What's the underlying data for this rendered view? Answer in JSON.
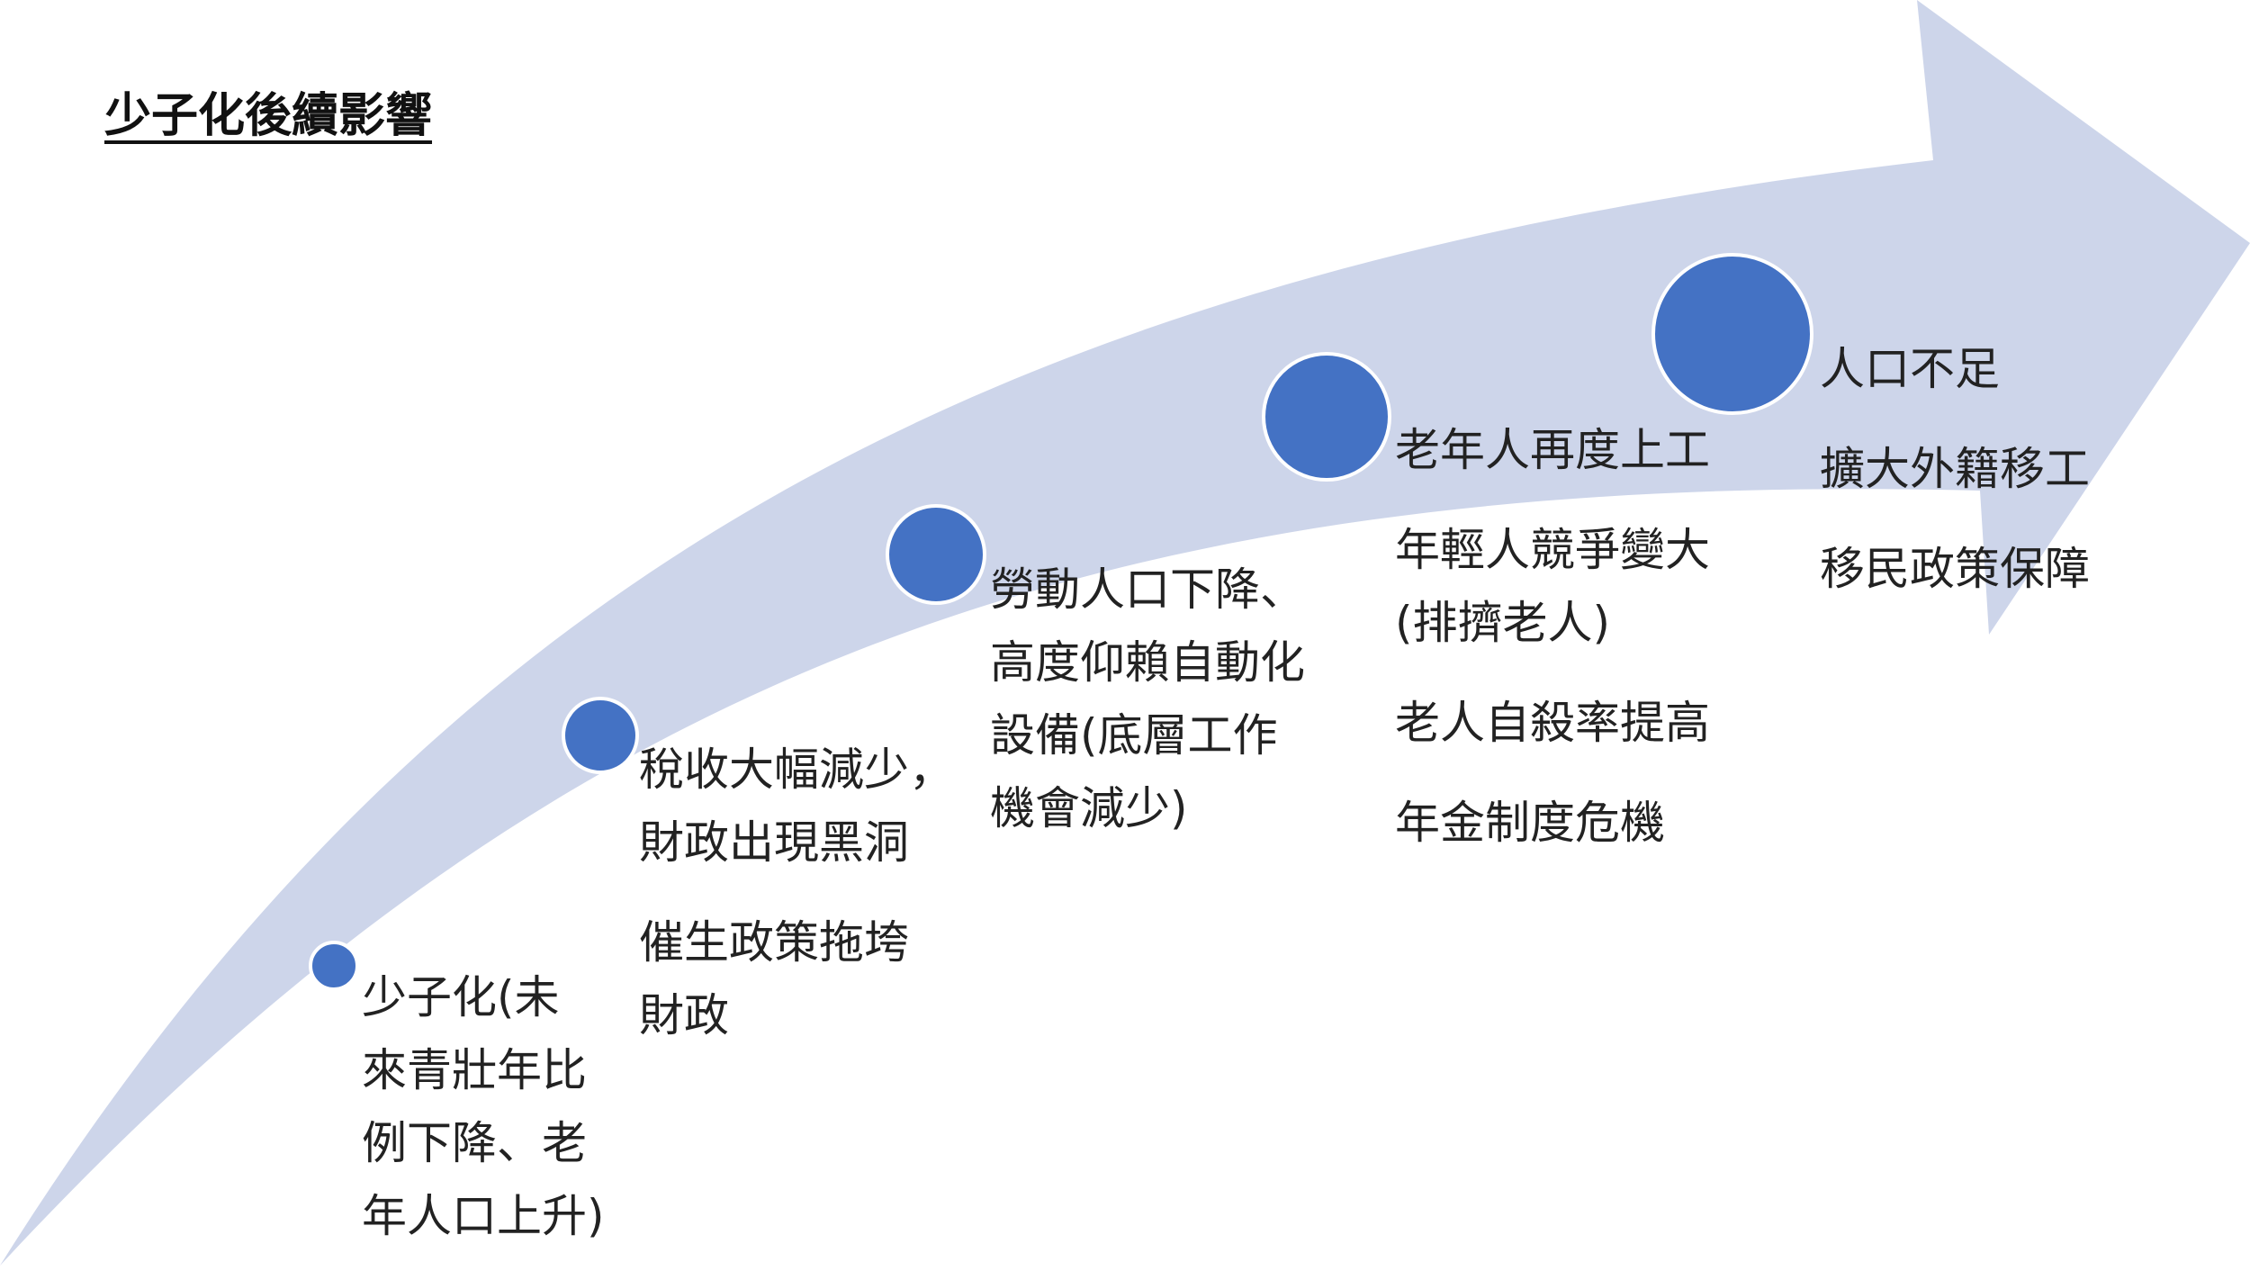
{
  "title": "少子化後續影響",
  "colors": {
    "arrow_fill": "#cdd5ea",
    "node_fill": "#4472c4",
    "node_stroke": "#ffffff",
    "text": "#222222"
  },
  "stages": [
    {
      "blocks": [
        {
          "lines": [
            "少子化(未",
            "來青壯年比",
            "例下降、老",
            "年人口上升)"
          ]
        }
      ]
    },
    {
      "blocks": [
        {
          "lines": [
            "稅收大幅減少，",
            "財政出現黑洞"
          ]
        },
        {
          "lines": [
            "催生政策拖垮",
            "財政"
          ]
        }
      ]
    },
    {
      "blocks": [
        {
          "lines": [
            "勞動人口下降、",
            "高度仰賴自動化",
            "設備(底層工作",
            "機會減少)"
          ]
        }
      ]
    },
    {
      "blocks": [
        {
          "lines": [
            "老年人再度上工"
          ]
        },
        {
          "lines": [
            "年輕人競爭變大",
            "(排擠老人)"
          ]
        },
        {
          "lines": [
            "老人自殺率提高"
          ]
        },
        {
          "lines": [
            "年金制度危機"
          ]
        }
      ]
    },
    {
      "blocks": [
        {
          "lines": [
            "人口不足"
          ]
        },
        {
          "lines": [
            "擴大外籍移工"
          ]
        },
        {
          "lines": [
            "移民政策保障"
          ]
        }
      ]
    }
  ]
}
